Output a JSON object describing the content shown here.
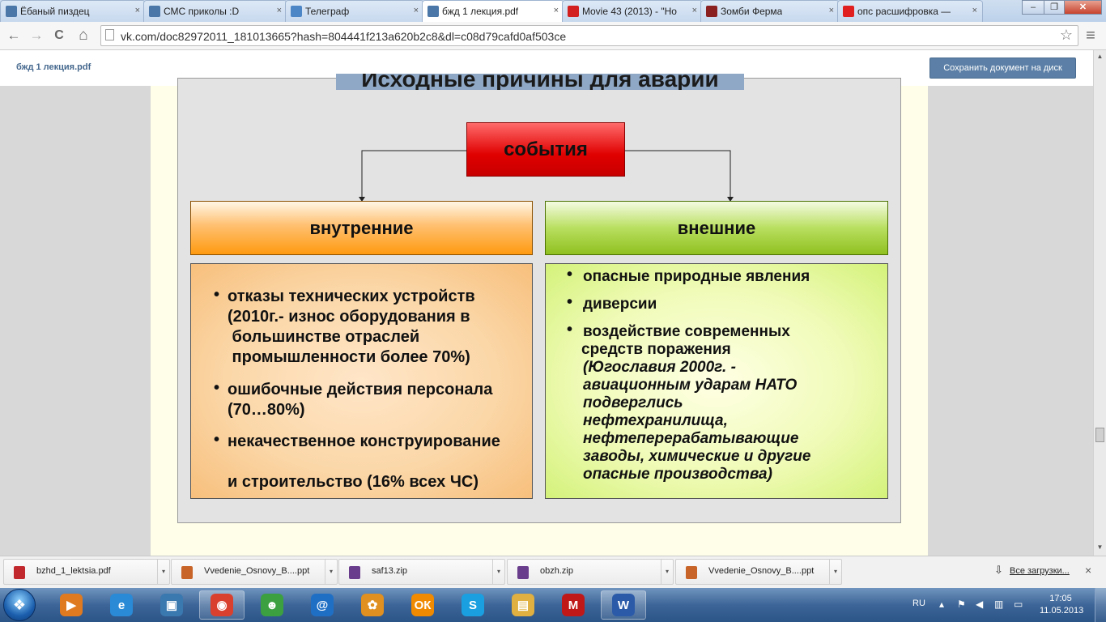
{
  "browser": {
    "tabs": [
      {
        "label": "Ёбаный пиздец",
        "favicon": "vk-icon",
        "color": "#4a76a8"
      },
      {
        "label": "СМС приколы :D",
        "favicon": "vk-icon",
        "color": "#4a76a8"
      },
      {
        "label": "Телеграф",
        "favicon": "telegraph-icon",
        "color": "#4d86c6"
      },
      {
        "label": "бжд 1 лекция.pdf",
        "favicon": "vk-icon",
        "color": "#4a76a8",
        "active": true
      },
      {
        "label": "Movie 43 (2013) - \"Но",
        "favicon": "youtube-icon",
        "color": "#d21f1f"
      },
      {
        "label": "Зомби Ферма",
        "favicon": "zombie-farm-icon",
        "color": "#8b2020"
      },
      {
        "label": "опс расшифровка —",
        "favicon": "yandex-icon",
        "color": "#e02020"
      }
    ],
    "tab_close": "×",
    "url": "vk.com/doc82972011_181013665?hash=804441f213a620b2c8&dl=c08d79cafd0af503ce",
    "nav": {
      "back": "←",
      "forward": "→",
      "reload": "C",
      "home": "⌂",
      "star": "☆",
      "menu": "≡"
    },
    "window": {
      "minimize": "–",
      "maximize": "❐",
      "close": "✕"
    }
  },
  "doc": {
    "name": "бжд 1 лекция.pdf",
    "save_label": "Сохранить документ на диск"
  },
  "slide": {
    "title": "Исходные причины для аварии",
    "events": "события",
    "internal": "внутренние",
    "external": "внешние",
    "internal_items": [
      {
        "lines": [
          "отказы технических устройств",
          "(2010г.- износ оборудования в",
          " большинстве отраслей",
          " промышленности более 70%)"
        ]
      },
      {
        "lines": [
          "ошибочные действия персонала",
          "(70…80%)"
        ]
      },
      {
        "lines": [
          "некачественное конструирование",
          "",
          "и строительство (16% всех ЧС)"
        ]
      }
    ],
    "external_items": [
      {
        "text": "опасные природные явления"
      },
      {
        "text": "диверсии"
      },
      {
        "line1": "воздействие современных",
        "line2": "средств поражения",
        "lines_italic": [
          "(Югославия 2000г. -",
          "авиационным ударам НАТО",
          "подверглись",
          "нефтехранилища,",
          "нефтеперерабатывающие",
          "заводы, химические и другие",
          "опасные производства)"
        ]
      }
    ],
    "bullet": "•"
  },
  "downloads": {
    "items": [
      {
        "name": "bzhd_1_lektsia.pdf",
        "type": "pdf",
        "color": "#c0282d"
      },
      {
        "name": "Vvedenie_Osnovy_B....ppt",
        "type": "ppt",
        "color": "#c86428"
      },
      {
        "name": "saf13.zip",
        "type": "zip",
        "color": "#6a3c8c"
      },
      {
        "name": "obzh.zip",
        "type": "zip",
        "color": "#6a3c8c"
      },
      {
        "name": "Vvedenie_Osnovy_B....ppt",
        "type": "ppt",
        "color": "#c86428"
      }
    ],
    "all_label": "Все загрузки...",
    "caret": "▾",
    "arrow": "⇩",
    "close": "×"
  },
  "taskbar": {
    "apps": [
      {
        "name": "media-player-icon",
        "glyph": "▶",
        "color": "#e07a20"
      },
      {
        "name": "internet-explorer-icon",
        "glyph": "e",
        "color": "#2a8ad6"
      },
      {
        "name": "toolbox-icon",
        "glyph": "▣",
        "color": "#3a78b0"
      },
      {
        "name": "chrome-icon",
        "glyph": "◉",
        "color": "#d9412e",
        "open": true
      },
      {
        "name": "messenger-icon",
        "glyph": "☻",
        "color": "#3ca040"
      },
      {
        "name": "mail-agent-icon",
        "glyph": "@",
        "color": "#1f6fc5"
      },
      {
        "name": "icq-icon",
        "glyph": "✿",
        "color": "#e09020"
      },
      {
        "name": "odnoklassniki-icon",
        "glyph": "ОК",
        "color": "#f08a00"
      },
      {
        "name": "skype-icon",
        "glyph": "S",
        "color": "#1aa0e0"
      },
      {
        "name": "file-explorer-icon",
        "glyph": "▤",
        "color": "#e0b040"
      },
      {
        "name": "mcafee-icon",
        "glyph": "M",
        "color": "#c01818"
      },
      {
        "name": "word-icon",
        "glyph": "W",
        "color": "#2b5aa8",
        "open": true
      }
    ],
    "lang": "RU",
    "time": "17:05",
    "date": "11.05.2013",
    "start": "❖"
  }
}
